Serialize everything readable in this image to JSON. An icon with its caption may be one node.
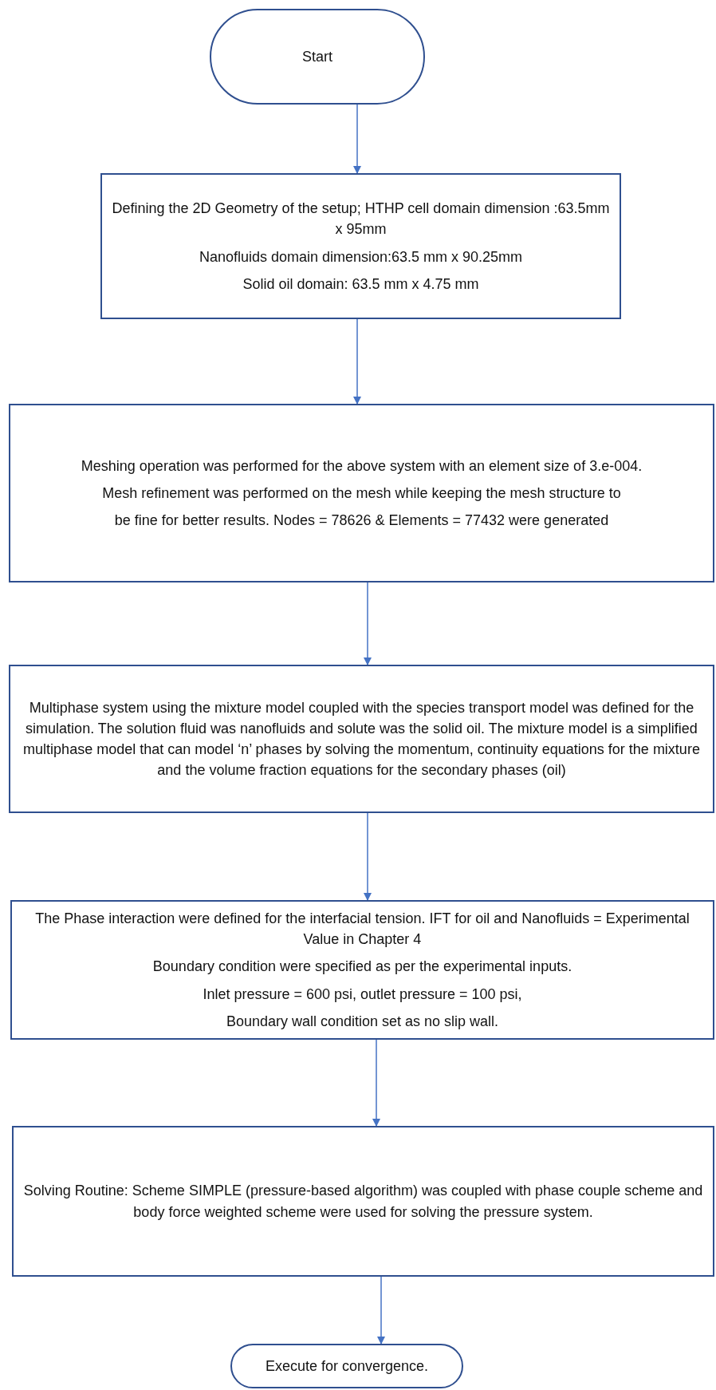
{
  "diagram": {
    "nodes": [
      {
        "text": [
          "Start"
        ]
      },
      {
        "text": [
          "Defining the 2D Geometry of the setup; HTHP cell domain dimension :63.5mm x 95mm",
          "Nanofluids domain dimension:63.5 mm x 90.25mm",
          "Solid oil domain: 63.5 mm x 4.75 mm"
        ]
      },
      {
        "text": [
          "Meshing operation was performed for the above system with an element size of 3.e-004.",
          "Mesh refinement was performed on the mesh while keeping the mesh structure to",
          "be fine for better results. Nodes = 78626 & Elements = 77432 were generated"
        ]
      },
      {
        "text": [
          "Multiphase system using the mixture model coupled with the species transport model was defined for the simulation. The solution fluid was nanofluids and solute was the solid oil. The mixture model is a simplified multiphase model that can model ‘n’ phases by solving the momentum, continuity equations for the mixture and the volume fraction equations for the secondary phases (oil)"
        ]
      },
      {
        "text": [
          "The Phase interaction were defined for the interfacial tension. IFT for oil and Nanofluids = Experimental Value in Chapter 4",
          "Boundary condition were specified as per the experimental inputs.",
          "Inlet pressure = 600 psi, outlet pressure = 100 psi,",
          "Boundary wall condition set as no slip wall."
        ]
      },
      {
        "text": [
          "Solving Routine: Scheme SIMPLE (pressure-based algorithm) was coupled with phase couple scheme and body force weighted scheme were used for solving the pressure system."
        ]
      },
      {
        "text": [
          "Execute for convergence."
        ]
      }
    ],
    "edges": [
      {
        "from": 0,
        "to": 1,
        "arrow": "to"
      },
      {
        "from": 1,
        "to": 2,
        "arrow": "to"
      },
      {
        "from": 2,
        "to": 3,
        "arrow": "to"
      },
      {
        "from": 3,
        "to": 4,
        "arrow": "to"
      },
      {
        "from": 4,
        "to": 5,
        "arrow": "to"
      },
      {
        "from": 5,
        "to": 6,
        "arrow": "to"
      }
    ]
  }
}
